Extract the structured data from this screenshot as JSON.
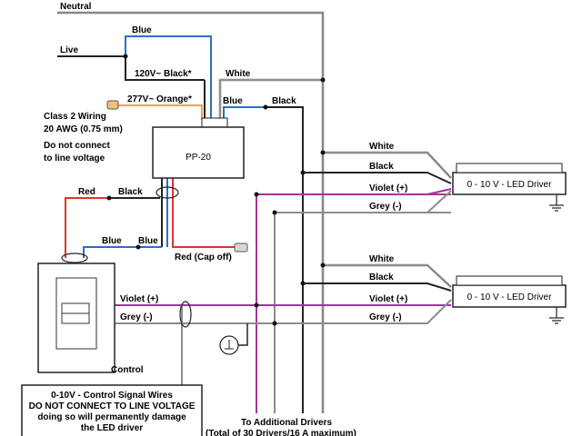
{
  "labels": {
    "neutral": "Neutral",
    "live": "Live",
    "blue_top": "Blue",
    "v120_black": "120V~  Black*",
    "white_top": "White",
    "v277_orange": "277V~  Orange*",
    "blue_mid": "Blue",
    "black_mid": "Black",
    "class2_line1": "Class 2 Wiring",
    "class2_line2": "20 AWG (0.75 mm)",
    "class2_line3": "Do not connect",
    "class2_line4": "to line voltage",
    "pp20": "PP-20",
    "red": "Red",
    "black_pp": "Black",
    "blue_ctrl_1": "Blue",
    "blue_ctrl_2": "Blue",
    "red_cap": "Red (Cap off)",
    "violet_ctrl": "Violet (+)",
    "grey_ctrl": "Grey (-)",
    "control": "Control",
    "d1_white": "White",
    "d1_black": "Black",
    "d1_violet": "Violet (+)",
    "d1_grey": "Grey (-)",
    "d2_white": "White",
    "d2_black": "Black",
    "d2_violet": "Violet (+)",
    "d2_grey": "Grey (-)",
    "driver1": "0 - 10 V -  LED Driver",
    "driver2": "0 - 10 V -  LED Driver",
    "additional_1": "To Additional Drivers",
    "additional_2": "(Total of 30 Drivers/16 A maximum)",
    "warn_1": "0-10V - Control Signal Wires",
    "warn_2": "DO NOT CONNECT TO LINE VOLTAGE",
    "warn_3": "doing so will permanently damage",
    "warn_4": "the LED driver"
  },
  "colors": {
    "wire_black": "#1a1a1a",
    "wire_grey": "#8c8c8c",
    "wire_blue": "#2a6fc9",
    "wire_red": "#e0342c",
    "wire_orange": "#f0a040",
    "wire_violet": "#a8329a",
    "wire_white": "#b8b8b8"
  }
}
